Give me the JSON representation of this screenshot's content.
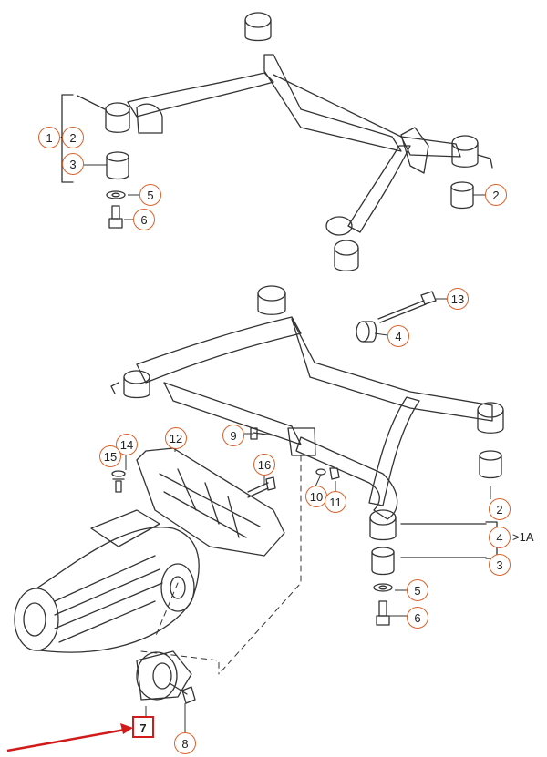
{
  "callouts": [
    {
      "name": "callout-1-top",
      "label": "1"
    },
    {
      "name": "callout-2-top-left",
      "label": "2"
    },
    {
      "name": "callout-3-top",
      "label": "3"
    },
    {
      "name": "callout-5-top",
      "label": "5"
    },
    {
      "name": "callout-6-top",
      "label": "6"
    },
    {
      "name": "callout-2-top-right",
      "label": "2"
    },
    {
      "name": "callout-13",
      "label": "13"
    },
    {
      "name": "callout-4-bushing",
      "label": "4"
    },
    {
      "name": "callout-9",
      "label": "9"
    },
    {
      "name": "callout-12",
      "label": "12"
    },
    {
      "name": "callout-14",
      "label": "14"
    },
    {
      "name": "callout-15",
      "label": "15"
    },
    {
      "name": "callout-16",
      "label": "16"
    },
    {
      "name": "callout-10",
      "label": "10"
    },
    {
      "name": "callout-11",
      "label": "11"
    },
    {
      "name": "callout-2-bottom",
      "label": "2"
    },
    {
      "name": "callout-4-bottom",
      "label": "4"
    },
    {
      "name": "callout-3-bottom",
      "label": "3"
    },
    {
      "name": "callout-5-bottom",
      "label": "5"
    },
    {
      "name": "callout-6-bottom",
      "label": "6"
    },
    {
      "name": "callout-7-highlighted",
      "label": "7"
    },
    {
      "name": "callout-8",
      "label": "8"
    }
  ],
  "labels": {
    "top_group_suffix": "<",
    "bottom_group_suffix": ">1A"
  },
  "colors": {
    "callout_ring": "#d9622b",
    "highlight_box": "#d11a1a",
    "arrow": "#d11a1a",
    "line_art": "#333333"
  }
}
